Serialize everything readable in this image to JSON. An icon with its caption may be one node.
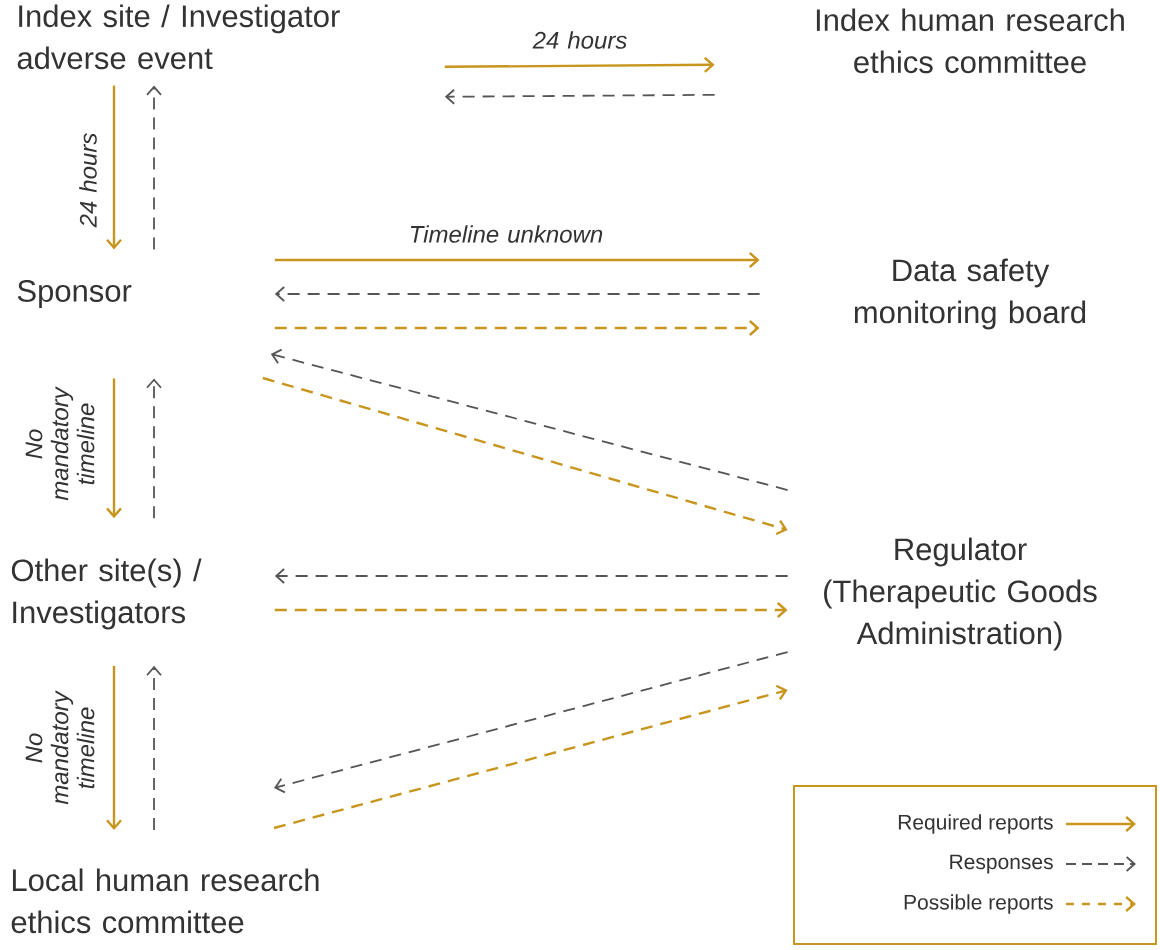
{
  "diagram": {
    "nodes": [
      {
        "text": [
          "Index site / Investigator adverse event"
        ]
      },
      {
        "text": [
          "Index human research ethics committee"
        ]
      },
      {
        "text": [
          "Sponsor"
        ]
      },
      {
        "text": [
          "Data safety monitoring board"
        ]
      },
      {
        "text": [
          "Other site(s) / Investigators"
        ]
      },
      {
        "text": [
          "Regulator (Therapeutic Goods Administration)"
        ]
      },
      {
        "text": [
          "Local human research ethics committee"
        ]
      }
    ],
    "edges": [
      {
        "from": 0,
        "to": 1,
        "arrow": "to",
        "label": "24 hours"
      },
      {
        "from": 1,
        "to": 0,
        "arrow": "to",
        "style": "dashed",
        "color": "#555555"
      },
      {
        "from": 0,
        "to": 2,
        "arrow": "to",
        "label": "24 hours"
      },
      {
        "from": 2,
        "to": 0,
        "arrow": "to",
        "style": "dashed",
        "color": "#555555"
      },
      {
        "from": 2,
        "to": 3,
        "arrow": "to",
        "label": "Timeline unknown"
      },
      {
        "from": 3,
        "to": 2,
        "arrow": "to",
        "style": "dashed",
        "color": "#555555"
      },
      {
        "from": 2,
        "to": 3,
        "arrow": "to",
        "style": "dashed"
      },
      {
        "from": 5,
        "to": 2,
        "arrow": "to",
        "style": "dashed",
        "color": "#555555"
      },
      {
        "from": 2,
        "to": 5,
        "arrow": "to",
        "style": "dashed"
      },
      {
        "from": 2,
        "to": 4,
        "arrow": "to",
        "label": "No mandatory timeline"
      },
      {
        "from": 4,
        "to": 2,
        "arrow": "to",
        "style": "dashed",
        "color": "#555555"
      },
      {
        "from": 5,
        "to": 4,
        "arrow": "to",
        "style": "dashed",
        "color": "#555555"
      },
      {
        "from": 4,
        "to": 5,
        "arrow": "to",
        "style": "dashed"
      },
      {
        "from": 4,
        "to": 6,
        "arrow": "to",
        "label": "No mandatory timeline"
      },
      {
        "from": 6,
        "to": 4,
        "arrow": "to",
        "style": "dashed",
        "color": "#555555"
      },
      {
        "from": 5,
        "to": 6,
        "arrow": "to",
        "style": "dashed",
        "color": "#555555"
      },
      {
        "from": 6,
        "to": 5,
        "arrow": "to",
        "style": "dashed"
      }
    ],
    "legend": [
      {
        "text": "Required reports"
      },
      {
        "text": "Responses"
      },
      {
        "text": "Possible reports"
      }
    ]
  }
}
